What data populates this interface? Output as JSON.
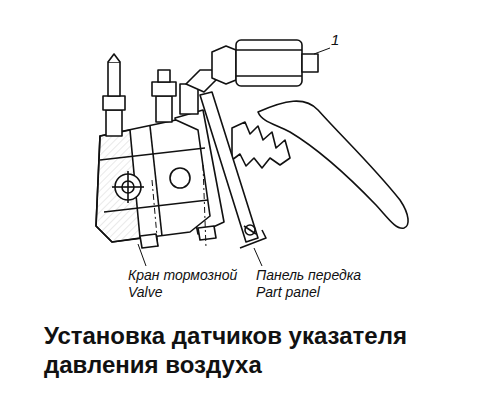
{
  "diagram": {
    "title": "Установка датчиков указателя давления воздуха",
    "labels": [
      "1",
      "Кран тормозной",
      "Valve",
      "Панель передка",
      "Part panel"
    ]
  }
}
